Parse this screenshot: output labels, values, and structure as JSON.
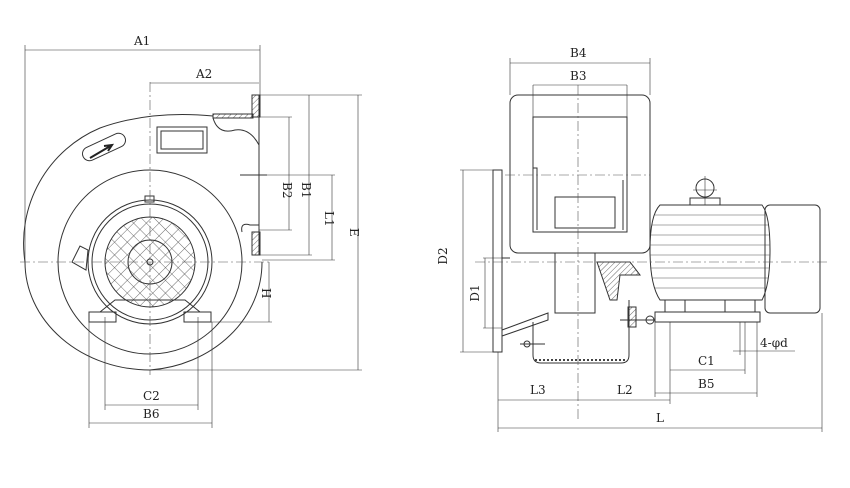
{
  "title": "Centrifugal fan dimension drawing",
  "front_view": {
    "A1": "A1",
    "A2": "A2",
    "B1": "B1",
    "B2": "B2",
    "L1": "L1",
    "E": "E",
    "H": "H",
    "C2": "C2",
    "B6": "B6"
  },
  "side_view": {
    "B4": "B4",
    "B3": "B3",
    "D2": "D2",
    "D1": "D1",
    "L3": "L3",
    "L2": "L2",
    "L": "L",
    "C1": "C1",
    "B5": "B5",
    "hole": "4-φd"
  }
}
